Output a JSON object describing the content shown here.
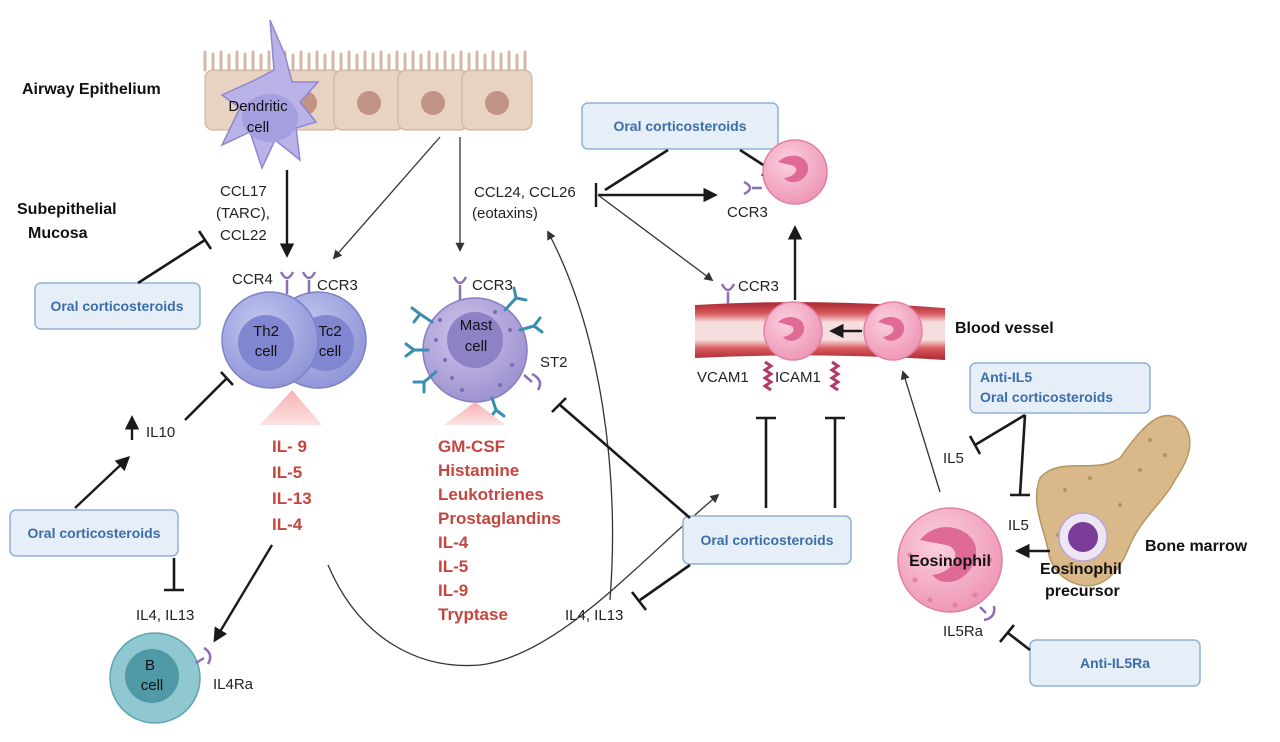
{
  "regions": {
    "airway_epithelium": "Airway Epithelium",
    "subepithelial_line1": "Subepithelial",
    "subepithelial_line2": "Mucosa",
    "blood_vessel": "Blood vessel",
    "bone_marrow": "Bone marrow"
  },
  "cells": {
    "dendritic_line1": "Dendritic",
    "dendritic_line2": "cell",
    "th2_line1": "Th2",
    "th2_line2": "cell",
    "tc2_line1": "Tc2",
    "tc2_line2": "cell",
    "mast_line1": "Mast",
    "mast_line2": "cell",
    "b_line1": "B",
    "b_line2": "cell",
    "eosinophil": "Eosinophil",
    "precursor_line1": "Eosinophil",
    "precursor_line2": "precursor"
  },
  "boxes": {
    "oc_left": "Oral corticosteroids",
    "oc_top": "Oral corticosteroids",
    "oc_bottom_left": "Oral corticosteroids",
    "oc_center": "Oral corticosteroids",
    "anti_il5_line1": "Anti-IL5",
    "anti_il5_line2": "Oral corticosteroids",
    "anti_il5ra": "Anti-IL5Ra"
  },
  "labels": {
    "ccl17_line1": "CCL17",
    "ccl17_line2": "(TARC),",
    "ccl17_line3": "CCL22",
    "ccl24_line1": "CCL24, CCL26",
    "ccl24_line2": "(eotaxins)",
    "ccr4": "CCR4",
    "ccr3_th": "CCR3",
    "ccr3_mast": "CCR3",
    "ccr3_top": "CCR3",
    "ccr3_vessel": "CCR3",
    "st2": "ST2",
    "vcam1": "VCAM1",
    "icam1": "ICAM1",
    "il10": "IL10",
    "il4_il13_left": "IL4, IL13",
    "il4ra": "IL4Ra",
    "il4_il13_center": "IL4, IL13",
    "il5_upper": "IL5",
    "il5_lower": "IL5",
    "il5ra": "IL5Ra"
  },
  "th2_cytokines": [
    "IL- 9",
    "IL-5",
    "IL-13",
    "IL-4"
  ],
  "mast_mediators": [
    "GM-CSF",
    "Histamine",
    "Leukotrienes",
    "Prostaglandins",
    "IL-4",
    "IL-5",
    "IL-9",
    "Tryptase"
  ],
  "colors": {
    "box_fill": "#e6eef8",
    "box_stroke": "#8fb0d6",
    "box_text": "#3b6ea8",
    "mediator_red": "#c5463f",
    "th2_purple": "#a9aee6",
    "mast_purple": "#b3a8da",
    "b_cell_teal": "#7fbfc9",
    "eosinophil_pink": "#f2a9c4",
    "vessel_red": "#c0363d",
    "epithelium_tan": "#e8d2c2",
    "bone_tan": "#d9b98a"
  }
}
